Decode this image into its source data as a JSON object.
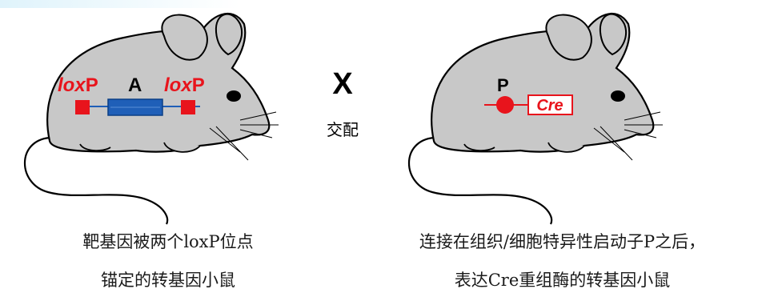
{
  "left_mouse": {
    "loxp_left": {
      "italic": "lox",
      "upright": "P"
    },
    "gene_label": "A",
    "loxp_right": {
      "italic": "lox",
      "upright": "P"
    },
    "caption_line1": "靶基因被两个loxP位点",
    "caption_line2": "锚定的转基因小鼠"
  },
  "cross": {
    "symbol": "X",
    "label": "交配"
  },
  "right_mouse": {
    "promoter_label": "P",
    "cre_label": "Cre",
    "caption_line1": "连接在组织/细胞特异性启动子P之后，",
    "caption_line2": "表达Cre重组酶的转基因小鼠"
  },
  "colors": {
    "mouse_body": "#c8c8c8",
    "outline": "#000000",
    "loxp_red": "#e8141c",
    "gene_blue": "#1f5fb8",
    "cre_red": "#e8141c"
  }
}
